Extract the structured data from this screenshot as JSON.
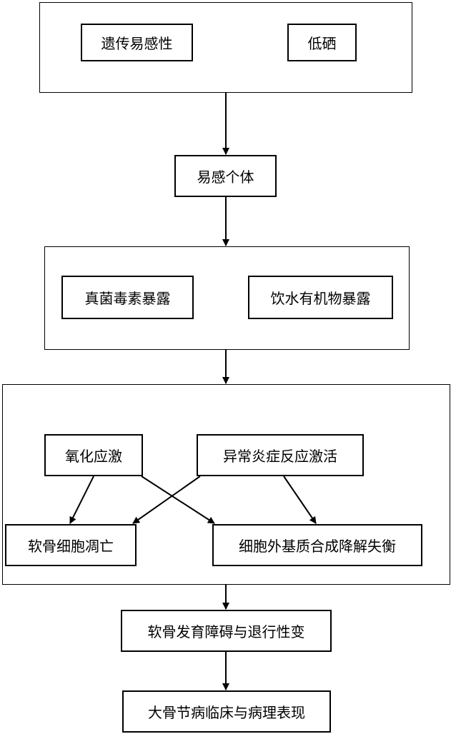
{
  "group_genetic": {
    "genetic_susceptibility": "遗传易感性",
    "low_selenium": "低硒"
  },
  "susceptible_individual": "易感个体",
  "group_exposure": {
    "mycotoxin_exposure": "真菌毒素暴露",
    "water_organic_exposure": "饮水有机物暴露"
  },
  "group_mechanism": {
    "oxidative_stress": "氧化应激",
    "abnormal_inflammation": "异常炎症反应激活",
    "chondrocyte_apoptosis": "软骨细胞凋亡",
    "ecm_imbalance": "细胞外基质合成降解失衡"
  },
  "cartilage_disorder": "软骨发育障碍与退行性变",
  "kbd_manifestations": "大骨节病临床与病理表现"
}
